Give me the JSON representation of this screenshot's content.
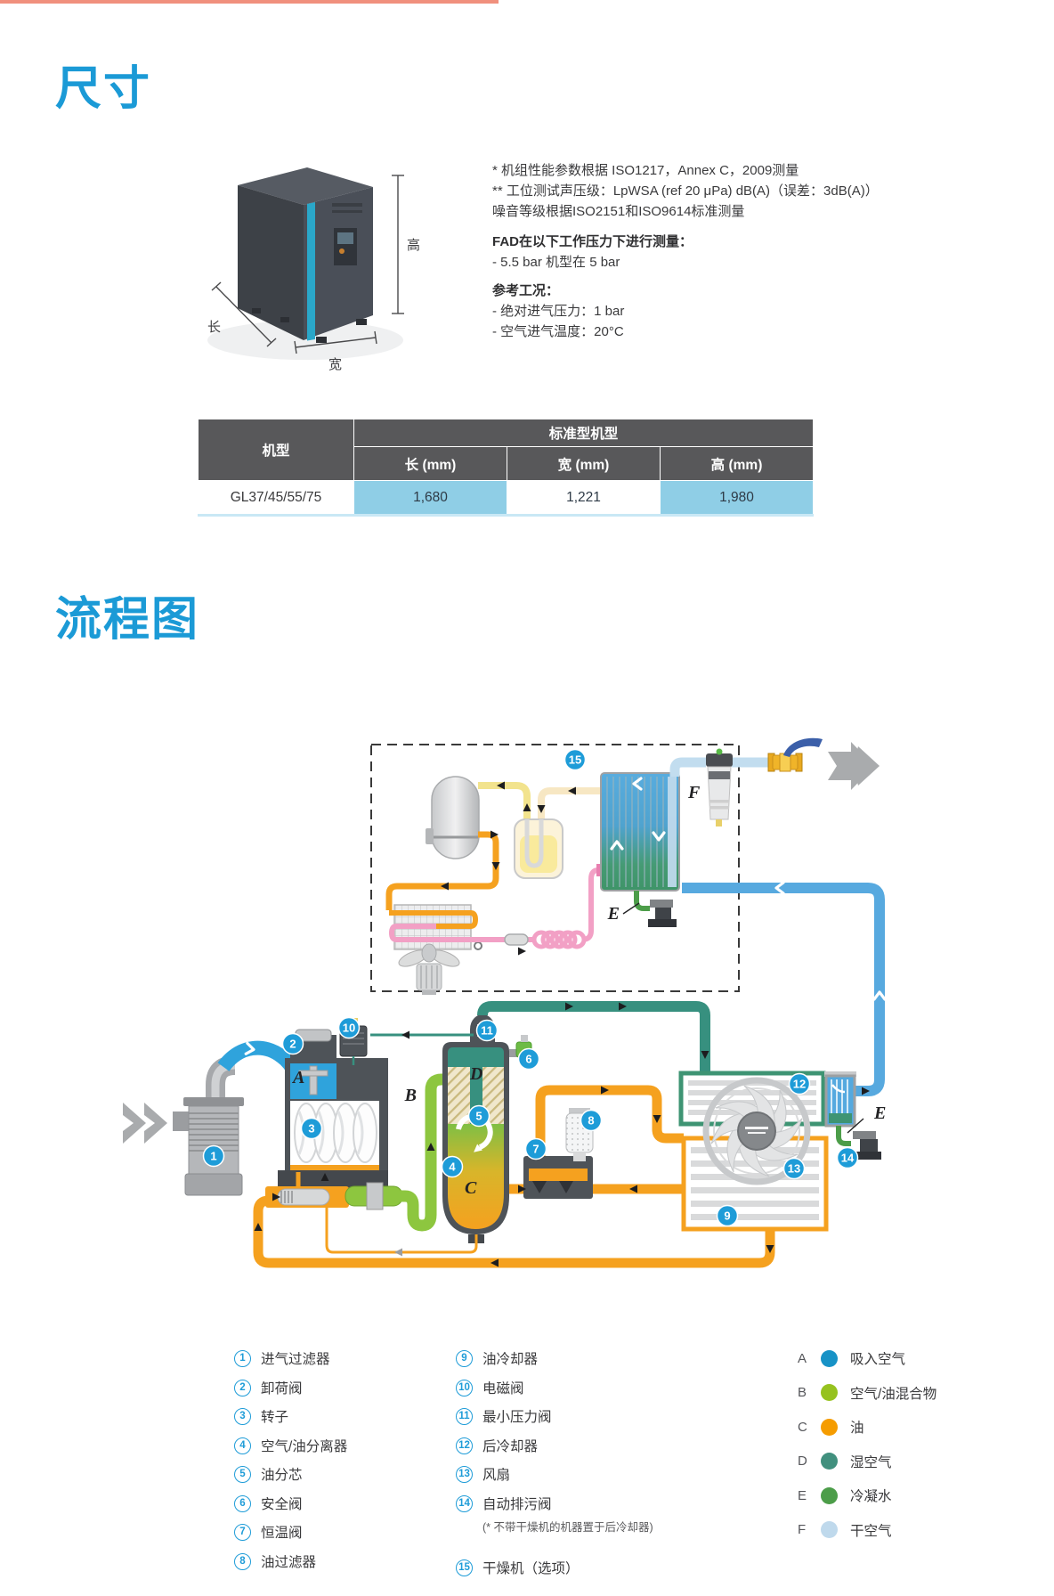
{
  "page": {
    "top_rule_color": "#F0907D"
  },
  "dimensions_section": {
    "title": "尺寸",
    "figure": {
      "height_label": "高",
      "length_label": "长",
      "width_label": "宽"
    },
    "notes": [
      "* 机组性能参数根据 ISO1217，Annex C，2009测量",
      "** 工位测试声压级：LpWSA (ref 20 μPa) dB(A)（误差：3dB(A)）",
      "噪音等级根据ISO2151和ISO9614标准测量"
    ],
    "fad_heading": "FAD在以下工作压力下进行测量：",
    "fad_items": [
      "- 5.5 bar 机型在 5 bar"
    ],
    "ref_heading": "参考工况：",
    "ref_items": [
      "- 绝对进气压力：1 bar",
      "- 空气进气温度：20°C"
    ],
    "table": {
      "model_header": "机型",
      "group_header": "标准型机型",
      "columns": [
        "长 (mm)",
        "宽 (mm)",
        "高 (mm)"
      ],
      "rows": [
        {
          "model": "GL37/45/55/75",
          "length": "1,680",
          "width": "1,221",
          "height": "1,980"
        }
      ]
    }
  },
  "flow_section": {
    "title": "流程图",
    "legend_numbered": [
      {
        "num": "1",
        "label": "进气过滤器"
      },
      {
        "num": "2",
        "label": "卸荷阀"
      },
      {
        "num": "3",
        "label": "转子"
      },
      {
        "num": "4",
        "label": "空气/油分离器"
      },
      {
        "num": "5",
        "label": "油分芯"
      },
      {
        "num": "6",
        "label": "安全阀"
      },
      {
        "num": "7",
        "label": "恒温阀"
      },
      {
        "num": "8",
        "label": "油过滤器"
      },
      {
        "num": "9",
        "label": "油冷却器"
      },
      {
        "num": "10",
        "label": "电磁阀"
      },
      {
        "num": "11",
        "label": "最小压力阀"
      },
      {
        "num": "12",
        "label": "后冷却器"
      },
      {
        "num": "13",
        "label": "风扇"
      },
      {
        "num": "14",
        "label": "自动排污阀",
        "note": "(* 不带干燥机的机器置于后冷却器)"
      },
      {
        "num": "15",
        "label": "干燥机（选项）"
      }
    ],
    "legend_colors": [
      {
        "letter": "A",
        "label": "吸入空气",
        "color": "#1792C6"
      },
      {
        "letter": "B",
        "label": "空气/油混合物",
        "color": "#96C21F"
      },
      {
        "letter": "C",
        "label": "油",
        "color": "#F59C00"
      },
      {
        "letter": "D",
        "label": "湿空气",
        "color": "#41907E"
      },
      {
        "letter": "E",
        "label": "冷凝水",
        "color": "#4C9D49"
      },
      {
        "letter": "F",
        "label": "干空气",
        "color": "#BFD9EC"
      }
    ]
  }
}
